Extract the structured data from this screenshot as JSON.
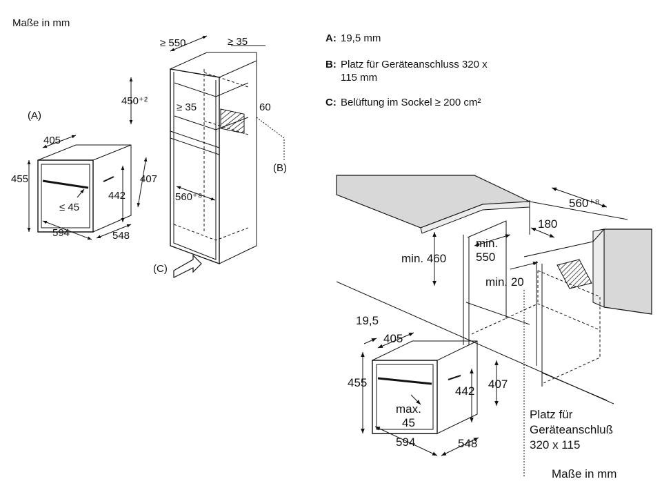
{
  "header": {
    "units": "Maße in mm"
  },
  "footer": {
    "units": "Maße in mm"
  },
  "legend": [
    {
      "key": "A:",
      "text": "19,5 mm"
    },
    {
      "key": "B:",
      "text": "Platz für Geräteanschluss 320 x",
      "text2": "115 mm"
    },
    {
      "key": "C:",
      "text": "Belüftung im Sockel ≥ 200 cm²"
    }
  ],
  "left_figure": {
    "callout_a": "(A)",
    "callout_b": "(B)",
    "callout_c": "(C)",
    "dims": {
      "depth_front": "405",
      "height_total": "455",
      "height_inner": "442",
      "height_body": "407",
      "handle_gap": "≤ 45",
      "width": "594",
      "depth": "548",
      "cabinet_depth": "≥ 550",
      "rear_gap": "≥ 35",
      "niche_height": "450⁺²",
      "inner_gap": "≥ 35",
      "vent_depth": "60",
      "niche_width": "560⁺⁸"
    }
  },
  "right_figure": {
    "dims": {
      "niche_width": "560⁺⁸",
      "vent": "180",
      "min_height": "min. 460",
      "min_depth": "min.",
      "min_depth2": "550",
      "min_gap": "min. 20",
      "front_offset": "19,5",
      "depth_front": "405",
      "height_total": "455",
      "height_inner": "442",
      "height_body": "407",
      "handle_max": "max.",
      "handle_max2": "45",
      "width": "594",
      "depth": "548"
    },
    "connection_note": [
      "Platz für",
      "Geräteanschluß",
      "320 x 115"
    ]
  }
}
